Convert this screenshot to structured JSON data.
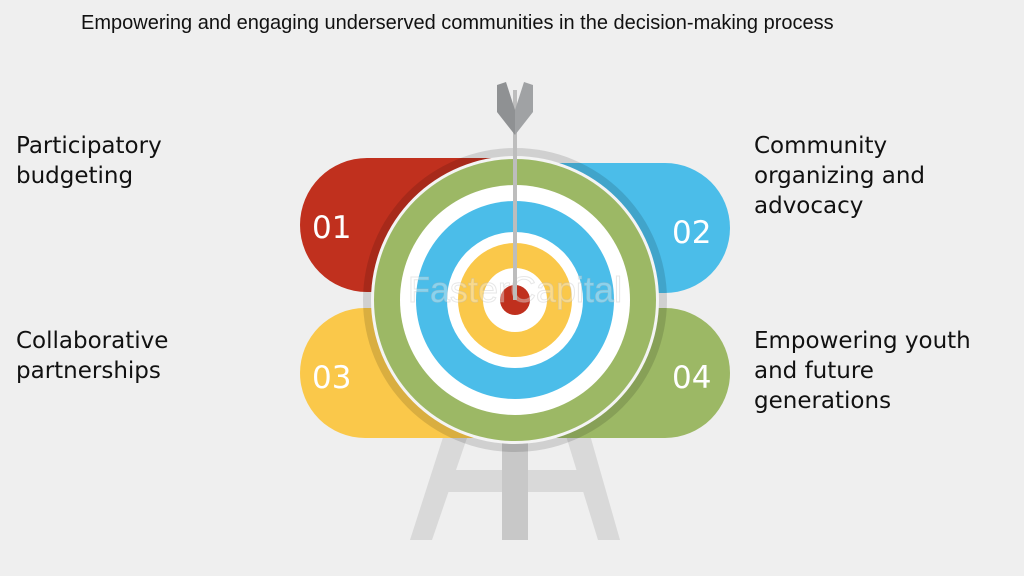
{
  "title": "Empowering and engaging underserved communities in the decision-making process",
  "items": [
    {
      "number": "01",
      "label": "Participatory budgeting",
      "color": "#c0301e"
    },
    {
      "number": "02",
      "label": "Community organizing and advocacy",
      "color": "#4bbde9"
    },
    {
      "number": "03",
      "label": "Collaborative partnerships",
      "color": "#fac84a"
    },
    {
      "number": "04",
      "label": "Empowering youth and future generations",
      "color": "#9cb865"
    }
  ],
  "watermark": "FasterCapital"
}
